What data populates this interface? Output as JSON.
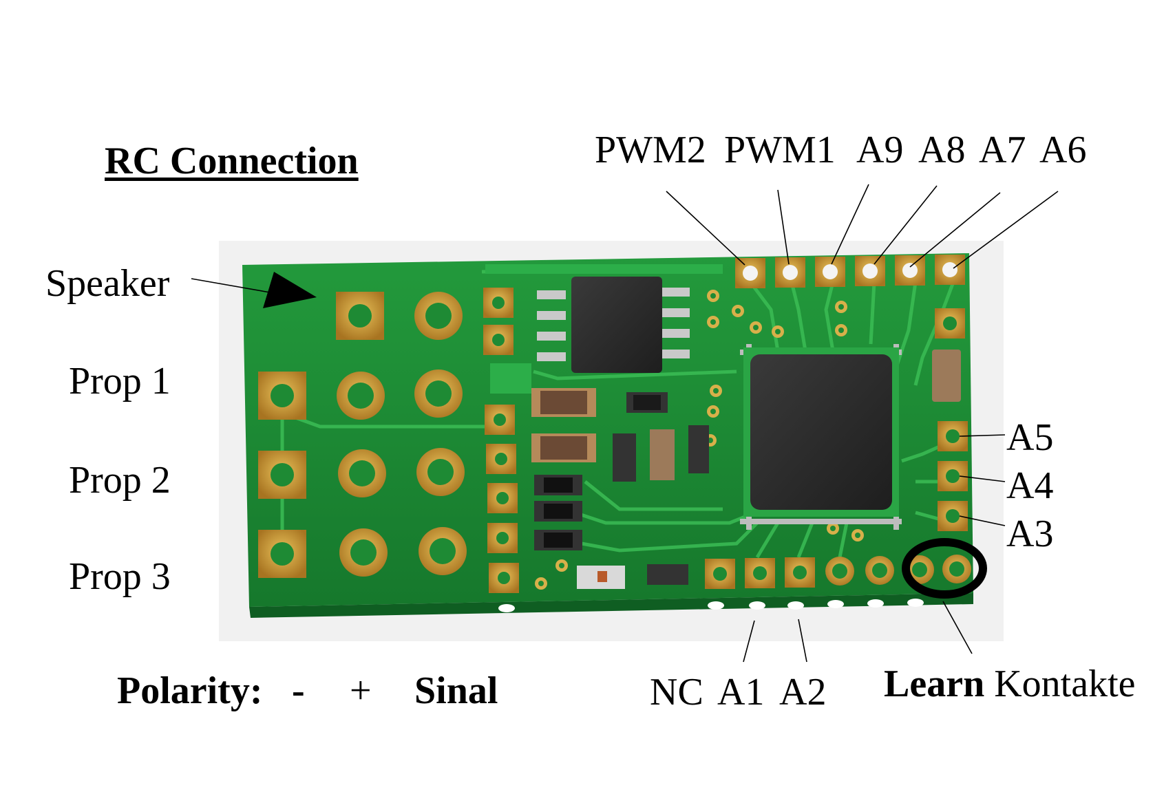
{
  "title": "RC Connection",
  "left_labels": {
    "speaker": "Speaker",
    "prop1": "Prop 1",
    "prop2": "Prop 2",
    "prop3": "Prop 3"
  },
  "top_pin_labels": [
    "PWM2",
    "PWM1",
    "A9",
    "A8",
    "A7",
    "A6"
  ],
  "right_pin_labels": [
    "A5",
    "A4",
    "A3"
  ],
  "bottom_pin_labels": [
    "NC",
    "A1",
    "A2"
  ],
  "polarity": {
    "label": "Polarity:",
    "minus": "-",
    "plus": "+",
    "signal": "Sinal"
  },
  "learn": {
    "bold": "Learn",
    "rest": "Kontakte"
  },
  "colors": {
    "pcb": "#1c8a33",
    "pcb_dark": "#137028",
    "pad": "#c9962e",
    "chip": "#2d2d2d"
  }
}
